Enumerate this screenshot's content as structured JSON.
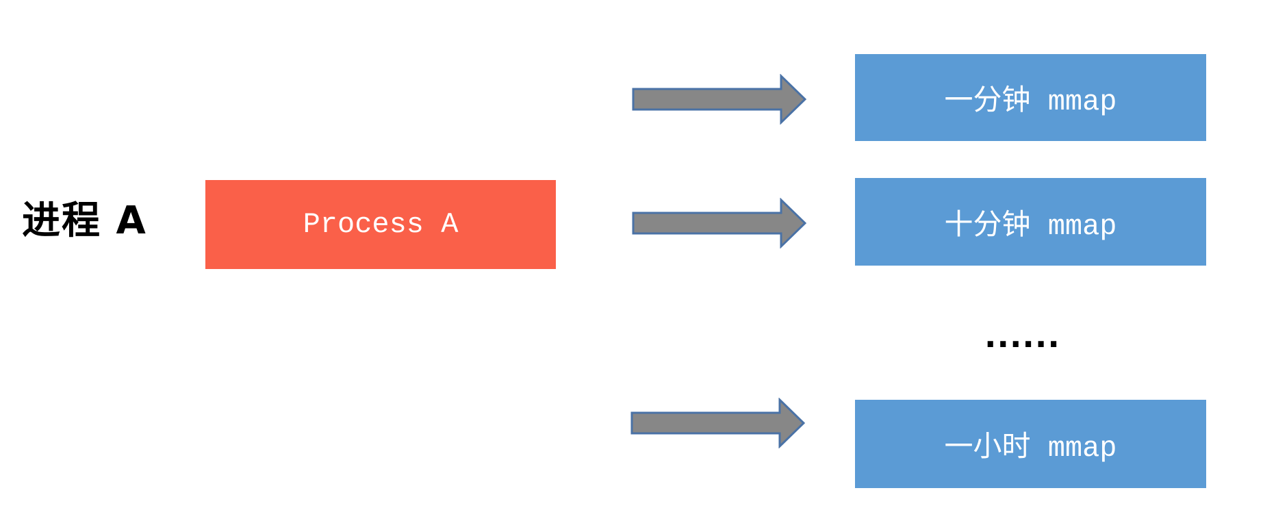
{
  "diagram": {
    "process_group_label": "进程 A",
    "process_box": {
      "label": "Process A"
    },
    "mmap_boxes": [
      {
        "label": "一分钟 mmap"
      },
      {
        "label": "十分钟 mmap"
      },
      {
        "label": "一小时 mmap"
      }
    ],
    "ellipsis": "......",
    "colors": {
      "process_box_fill": "#FA6049",
      "mmap_box_fill": "#5B9BD5",
      "arrow_fill": "#878787",
      "arrow_outline": "#4A72A6",
      "box_text": "#FFFFFF",
      "label_text": "#000000"
    }
  }
}
